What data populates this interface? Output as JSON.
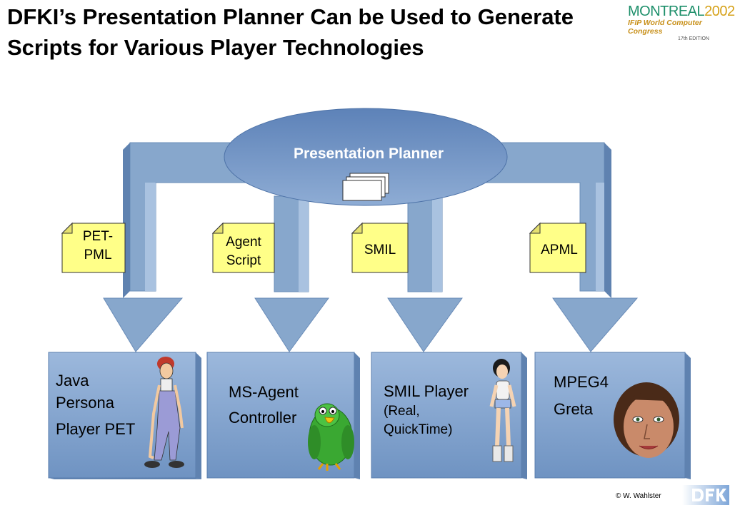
{
  "slide": {
    "title": "DFKI’s Presentation Planner Can be Used to Generate Scripts for Various Player Technologies",
    "logo_line1_a": "MONTREAL",
    "logo_line1_b": "2002",
    "logo_line2": "IFIP World Computer Congress",
    "logo_line3": "17th EDITION",
    "copyright": "© W. Wahlster"
  },
  "planner": {
    "title": "Presentation Planner",
    "icon": "stacked-documents-icon"
  },
  "scripts": [
    {
      "line1": "PET-",
      "line2": "PML"
    },
    {
      "line1": "Agent",
      "line2": "Script"
    },
    {
      "line1": "SMIL",
      "line2": ""
    },
    {
      "line1": "APML",
      "line2": ""
    }
  ],
  "players": [
    {
      "line1": "Java",
      "line2": "Persona",
      "line3": "Player PET",
      "figure": "persona-character-figure"
    },
    {
      "line1": "MS-Agent",
      "line2": "Controller",
      "figure": "parrot-figure"
    },
    {
      "line1": "SMIL Player",
      "line2": "(Real,",
      "line3": "QuickTime)",
      "figure": "woman-figure"
    },
    {
      "line1": "MPEG4",
      "line2": "Greta",
      "figure": "greta-face-figure"
    }
  ],
  "colors": {
    "arrow_fill": "#87a7cc",
    "box_fill": "#8aaad0",
    "note_fill": "#ffff88",
    "planner_fill": "#7b9cc8"
  }
}
